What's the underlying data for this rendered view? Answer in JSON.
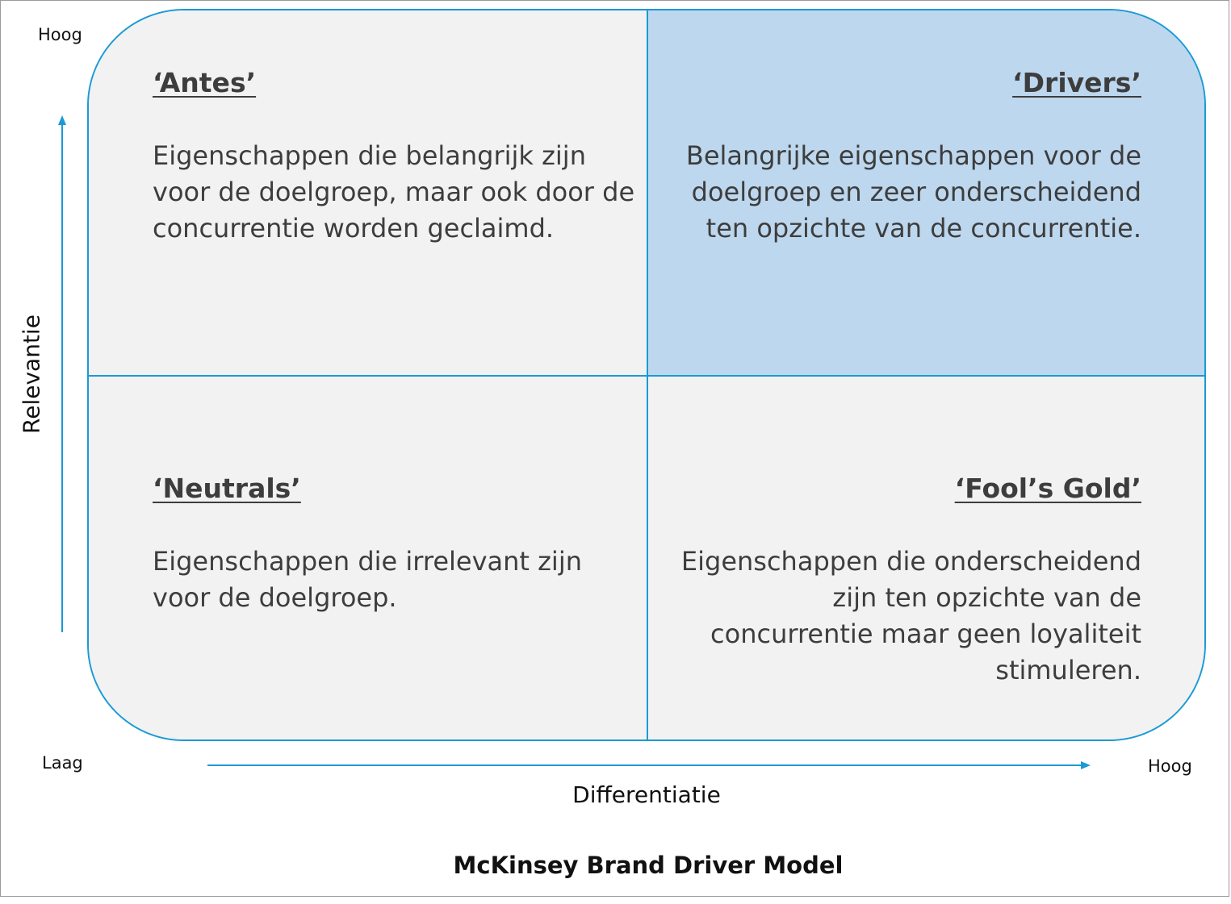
{
  "axes": {
    "y_label": "Relevantie",
    "y_high": "Hoog",
    "x_label": "Differentiatie",
    "x_low": "Laag",
    "x_high": "Hoog"
  },
  "quadrants": {
    "top_left": {
      "title": "‘Antes’",
      "description": "Eigenschappen die belangrijk zijn voor de doelgroep, maar ook door de concurrentie worden geclaimd."
    },
    "top_right": {
      "title": "‘Drivers’",
      "description": "Belangrijke eigenschappen voor de doelgroep en zeer onderscheidend ten opzichte van de concurrentie."
    },
    "bottom_left": {
      "title": "‘Neutrals’",
      "description": "Eigenschappen die irrelevant zijn voor de doelgroep."
    },
    "bottom_right": {
      "title": "‘Fool’s Gold’",
      "description": "Eigenschappen die onderscheidend zijn ten opzichte van de concurrentie maar geen loyaliteit stimuleren."
    }
  },
  "caption": "McKinsey Brand Driver Model",
  "colors": {
    "accent_blue": "#1a9ad6",
    "highlight_quadrant": "#bdd7ee",
    "quadrant_fill": "#f2f2f2",
    "text_dark": "#3d3d3d"
  }
}
